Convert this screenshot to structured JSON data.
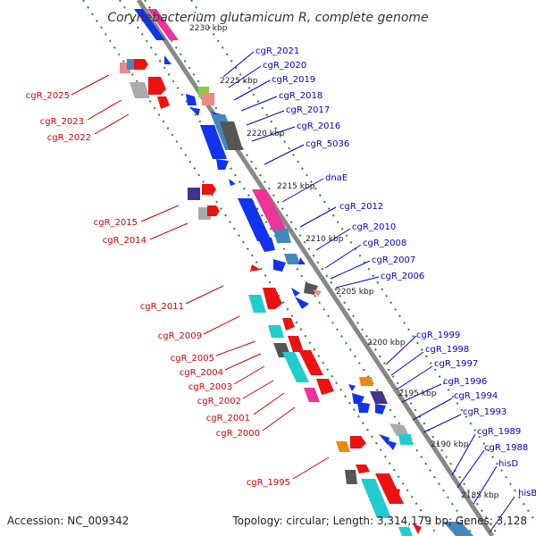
{
  "title": "Corynebacterium glutamicum R, complete genome",
  "footer": {
    "accession": "Accession: NC_009342",
    "summary": "Topology: circular; Length: 3,314,179 bp; Genes: 3,128"
  },
  "colors": {
    "red": "#ee1111",
    "blue": "#1133ee",
    "cyan": "#22cccc",
    "pink": "#ee3399",
    "gray": "#999999",
    "steel": "#4488bb",
    "orange": "#ee8811",
    "navy": "#443388",
    "salmon": "#ee8888",
    "green": "#88cc44"
  },
  "kbp_labels": [
    "2230 kbp",
    "2225 kbp",
    "2220 kbp",
    "2215 kbp",
    "2210 kbp",
    "2205 kbp",
    "2200 kbp",
    "2195 kbp",
    "2190 kbp",
    "2185 kbp"
  ],
  "left_labels": [
    "cgR_2025",
    "cgR_2023",
    "cgR_2022",
    "cgR_2015",
    "cgR_2014",
    "cgR_2011",
    "cgR_2009",
    "cgR_2005",
    "cgR_2004",
    "cgR_2003",
    "cgR_2002",
    "cgR_2001",
    "cgR_2000",
    "cgR_1995"
  ],
  "right_labels": [
    "cgR_2021",
    "cgR_2020",
    "cgR_2019",
    "cgR_2018",
    "cgR_2017",
    "cgR_2016",
    "cgR_5036",
    "dnaE",
    "cgR_2012",
    "cgR_2010",
    "cgR_2008",
    "cgR_2007",
    "cgR_2006",
    "cgR_1999",
    "cgR_1998",
    "cgR_1997",
    "cgR_1996",
    "cgR_1994",
    "cgR_1993",
    "cgR_1989",
    "cgR_1988",
    "hisD",
    "hisB"
  ]
}
